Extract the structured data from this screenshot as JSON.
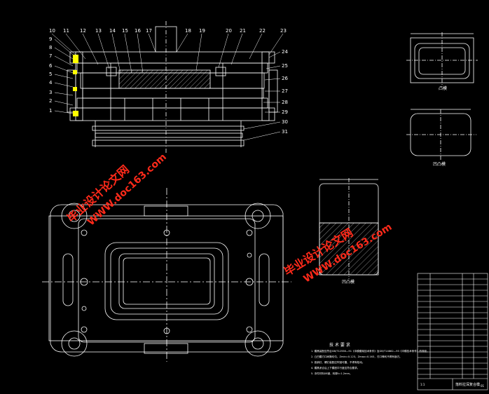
{
  "drawing": {
    "background": "#000000",
    "line_color": "#ffffff",
    "hatch_color": "#cccccc"
  },
  "section_view": {
    "callouts_top": [
      "10",
      "11",
      "12",
      "13",
      "14",
      "15",
      "16",
      "17",
      "18",
      "19",
      "20",
      "21",
      "22",
      "23"
    ],
    "callouts_left": [
      "9",
      "8",
      "7",
      "6",
      "5",
      "4",
      "3",
      "2",
      "1"
    ],
    "callouts_right": [
      "24",
      "25",
      "26",
      "27",
      "28",
      "29",
      "30",
      "31"
    ]
  },
  "detail_views": {
    "upper_label": "凸模",
    "middle_label": "凹凸模",
    "lower_label": "凹凸模"
  },
  "tech_notes": {
    "title": "技 术 要 求",
    "lines": [
      "1. 模具装配应符合GB/T12556—91《冲模模架技术条件》及GB/T14662—93《冲模技术条件》的规定。",
      "2. 凸凹模刃口间隙均匀，Zmin=0.123，Zmax=0.163，刃口锋利不得有崩刃。",
      "3. 各销钉、螺钉装配应牢固可靠，不得有松动。",
      "4. 模具闭合后上下模座平行度应符合要求。",
      "5. 冲件材料08钢，料厚t=1.2mm。"
    ]
  },
  "watermark": {
    "site": "WWW.doc163.com",
    "label": "毕业设计论文网",
    "color": "#ff2a1a"
  },
  "title_block": {
    "name_label": "落料拉深复合模",
    "scale_label": "1:1",
    "drawing_no": "01"
  }
}
